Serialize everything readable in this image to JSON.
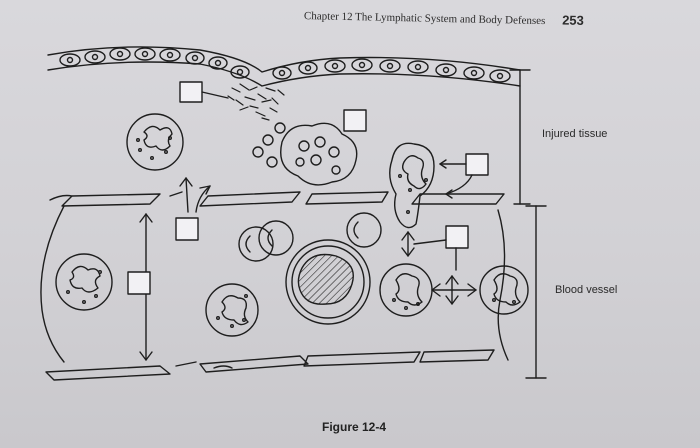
{
  "header": {
    "chapter_title": "Chapter 12  The Lymphatic System and Body Defenses",
    "page_number": "253"
  },
  "labels": {
    "injured_tissue": "Injured tissue",
    "blood_vessel": "Blood vessel"
  },
  "caption": "Figure 12-4"
}
